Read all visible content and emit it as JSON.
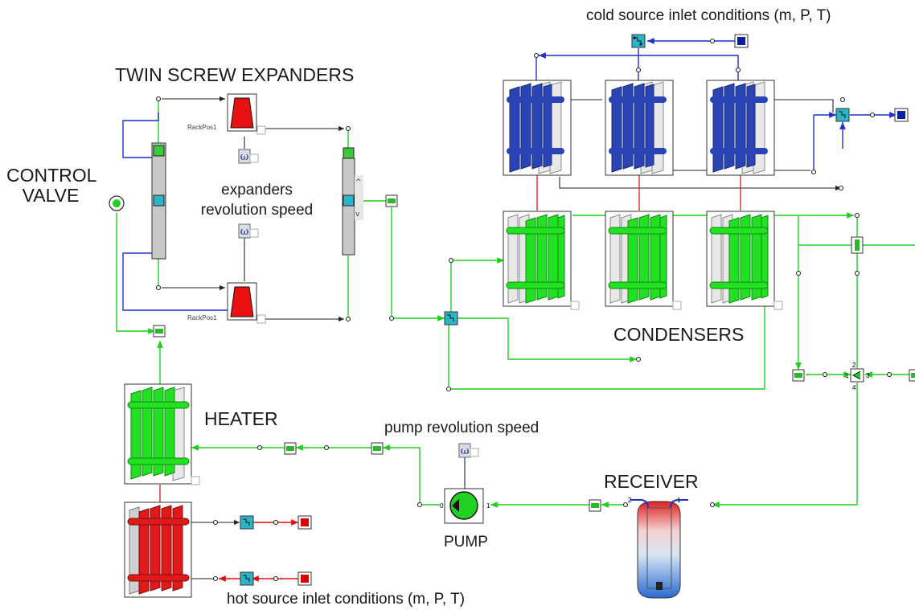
{
  "labels": {
    "twin_screw_expanders": "TWIN SCREW EXPANDERS",
    "control_valve_line1": "CONTROL",
    "control_valve_line2": "VALVE",
    "expanders_speed_line1": "expanders",
    "expanders_speed_line2": "revolution speed",
    "condensers": "CONDENSERS",
    "heater": "HEATER",
    "pump_speed": "pump revolution speed",
    "receiver": "RECEIVER",
    "pump": "PUMP",
    "cold_source": "cold source inlet conditions (m, P, T)",
    "hot_source": "hot source inlet conditions (m, P, T)"
  },
  "component_tags": {
    "rackpos_top": "RackPos1",
    "rackpos_bottom": "RackPos1",
    "omega": "ω",
    "port_1": "1",
    "port_0": "0",
    "port_2": "2",
    "port_3": "3",
    "port_4": "4"
  },
  "colors": {
    "working_fluid": "#1ecf1e",
    "cold_water": "#1f2fc8",
    "hot_fluid": "#e01010",
    "heat_link": "#d02020",
    "expander_body": "#e81010",
    "condenser_plate": "#2a44b5",
    "heater_plate": "#22e022",
    "hot_plate": "#e01a1a",
    "cyan_block": "#2ab5c8",
    "gray_manifold": "#c8c8c8"
  }
}
